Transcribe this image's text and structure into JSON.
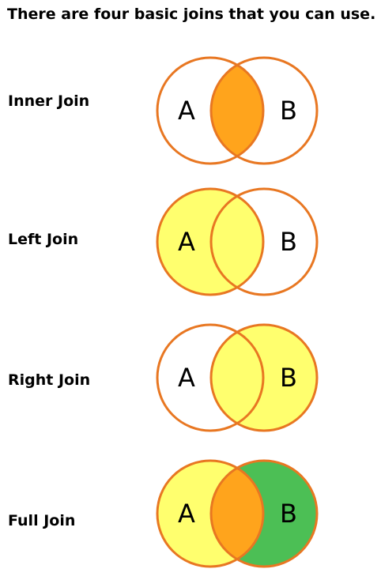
{
  "heading": "There are four basic joins that you can use.",
  "colors": {
    "outline": "#E87722",
    "yellow": "#FFFF6E",
    "orange": "#FFA41C",
    "green": "#4CBF55",
    "empty": "#FFFFFF"
  },
  "joins": [
    {
      "label": "Inner Join",
      "set_a": "A",
      "set_b": "B",
      "fill_a_only": "empty",
      "fill_overlap": "orange",
      "fill_b_only": "empty"
    },
    {
      "label": "Left Join",
      "set_a": "A",
      "set_b": "B",
      "fill_a_only": "yellow",
      "fill_overlap": "yellow",
      "fill_b_only": "empty"
    },
    {
      "label": "Right Join",
      "set_a": "A",
      "set_b": "B",
      "fill_a_only": "empty",
      "fill_overlap": "yellow",
      "fill_b_only": "yellow"
    },
    {
      "label": "Full Join",
      "set_a": "A",
      "set_b": "B",
      "fill_a_only": "yellow",
      "fill_overlap": "orange",
      "fill_b_only": "green"
    }
  ]
}
